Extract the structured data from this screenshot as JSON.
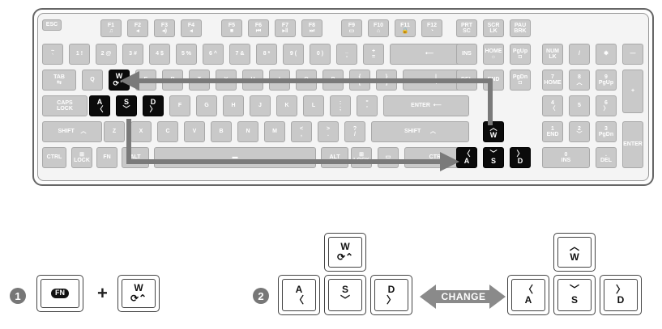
{
  "keyboard": {
    "keys": [
      {
        "id": "esc",
        "label": "ESC"
      },
      {
        "id": "f1",
        "label": "F1\n♫"
      },
      {
        "id": "f2",
        "label": "F2\n◂"
      },
      {
        "id": "f3",
        "label": "F3\n◂)"
      },
      {
        "id": "f4",
        "label": "F4\n◂"
      },
      {
        "id": "f5",
        "label": "F5\n■"
      },
      {
        "id": "f6",
        "label": "F6\n⏮"
      },
      {
        "id": "f7",
        "label": "F7\n▸‖"
      },
      {
        "id": "f8",
        "label": "F8\n⏭"
      },
      {
        "id": "f9",
        "label": "F9\n▭"
      },
      {
        "id": "f10",
        "label": "F10\n⌂"
      },
      {
        "id": "f11",
        "label": "F11\n🔒"
      },
      {
        "id": "f12",
        "label": "F12\n◔"
      },
      {
        "id": "prtsc",
        "label": "PRT\nSC"
      },
      {
        "id": "scrlk",
        "label": "SCR\nLK"
      },
      {
        "id": "pause",
        "label": "PAU\nBRK"
      },
      {
        "id": "grave",
        "label": "~\n`"
      },
      {
        "id": "k1",
        "label": "1 !"
      },
      {
        "id": "k2",
        "label": "2 @"
      },
      {
        "id": "k3",
        "label": "3 #"
      },
      {
        "id": "k4",
        "label": "4 $"
      },
      {
        "id": "k5",
        "label": "5 %"
      },
      {
        "id": "k6",
        "label": "6 ^"
      },
      {
        "id": "k7",
        "label": "7 &"
      },
      {
        "id": "k8",
        "label": "8 *"
      },
      {
        "id": "k9",
        "label": "9 ("
      },
      {
        "id": "k0",
        "label": "0 )"
      },
      {
        "id": "minus",
        "label": "_\n-"
      },
      {
        "id": "equal",
        "label": "+\n="
      },
      {
        "id": "back",
        "label": "⟵"
      },
      {
        "id": "ins",
        "label": "INS"
      },
      {
        "id": "home",
        "label": "HOME\n☼"
      },
      {
        "id": "pgup",
        "label": "PgUp\n◘"
      },
      {
        "id": "numlk",
        "label": "NUM\nLK"
      },
      {
        "id": "ndiv",
        "label": "/"
      },
      {
        "id": "nmul",
        "label": "✱"
      },
      {
        "id": "nsub",
        "label": "—"
      },
      {
        "id": "tab",
        "label": "TAB\n⇆"
      },
      {
        "id": "q",
        "label": "Q"
      },
      {
        "id": "w",
        "label": "W\n⟳⌃"
      },
      {
        "id": "e",
        "label": "E"
      },
      {
        "id": "r",
        "label": "R"
      },
      {
        "id": "t",
        "label": "T"
      },
      {
        "id": "y",
        "label": "Y"
      },
      {
        "id": "u",
        "label": "U"
      },
      {
        "id": "i",
        "label": "I"
      },
      {
        "id": "o",
        "label": "O"
      },
      {
        "id": "p",
        "label": "P"
      },
      {
        "id": "lbr",
        "label": "{\n["
      },
      {
        "id": "rbr",
        "label": "}\n]"
      },
      {
        "id": "bsl",
        "label": "|\n\\"
      },
      {
        "id": "del",
        "label": "DEL"
      },
      {
        "id": "end",
        "label": "END"
      },
      {
        "id": "pgdn",
        "label": "PgDn\n◘"
      },
      {
        "id": "n7",
        "label": "7\nHOME"
      },
      {
        "id": "n8",
        "label": "8\n︿"
      },
      {
        "id": "n9",
        "label": "9\nPgUp"
      },
      {
        "id": "nadd",
        "label": "+"
      },
      {
        "id": "caps",
        "label": "CAPS\nLOCK"
      },
      {
        "id": "a",
        "label": "A\n〈"
      },
      {
        "id": "s",
        "label": "S\n﹀"
      },
      {
        "id": "d",
        "label": "D\n〉"
      },
      {
        "id": "f",
        "label": "F"
      },
      {
        "id": "g",
        "label": "G"
      },
      {
        "id": "h",
        "label": "H"
      },
      {
        "id": "j",
        "label": "J"
      },
      {
        "id": "k",
        "label": "K"
      },
      {
        "id": "l",
        "label": "L"
      },
      {
        "id": "semi",
        "label": ":\n;"
      },
      {
        "id": "quote",
        "label": "\"\n'"
      },
      {
        "id": "enter",
        "label": "ENTER  ⟵"
      },
      {
        "id": "n4",
        "label": "4\n〈"
      },
      {
        "id": "n5",
        "label": "5"
      },
      {
        "id": "n6",
        "label": "6\n〉"
      },
      {
        "id": "lshift",
        "label": "SHIFT    ︿"
      },
      {
        "id": "z",
        "label": "Z"
      },
      {
        "id": "x",
        "label": "X"
      },
      {
        "id": "c",
        "label": "C"
      },
      {
        "id": "v",
        "label": "V"
      },
      {
        "id": "b",
        "label": "B"
      },
      {
        "id": "n",
        "label": "N"
      },
      {
        "id": "m",
        "label": "M"
      },
      {
        "id": "comma",
        "label": "<\n,"
      },
      {
        "id": "period",
        "label": ">\n."
      },
      {
        "id": "slash",
        "label": "?\n/"
      },
      {
        "id": "rshift",
        "label": "SHIFT      ︿"
      },
      {
        "id": "up",
        "label": "︿\nW"
      },
      {
        "id": "n1",
        "label": "1\nEND"
      },
      {
        "id": "n2",
        "label": "2\n﹀"
      },
      {
        "id": "n3",
        "label": "3\nPgDn"
      },
      {
        "id": "nenter",
        "label": "ENTER"
      },
      {
        "id": "lctrl",
        "label": "CTRL"
      },
      {
        "id": "lwin",
        "label": "⊞\nLOCK"
      },
      {
        "id": "fn",
        "label": "FN"
      },
      {
        "id": "lalt",
        "label": "ALT"
      },
      {
        "id": "space",
        "label": "▬"
      },
      {
        "id": "ralt",
        "label": "ALT"
      },
      {
        "id": "rwin",
        "label": "⊞\nLOCK"
      },
      {
        "id": "menu",
        "label": "▭"
      },
      {
        "id": "rctrl",
        "label": "CTRL"
      },
      {
        "id": "left",
        "label": "〈\nA"
      },
      {
        "id": "down",
        "label": "﹀\nS"
      },
      {
        "id": "right",
        "label": "〉\nD"
      },
      {
        "id": "n0",
        "label": "0\nINS"
      },
      {
        "id": "ndot",
        "label": ".\nDEL"
      }
    ]
  },
  "steps": {
    "step1": {
      "number": "1",
      "fn_label": "FN",
      "plus": "+",
      "w_label": "W\n⟳⌃"
    },
    "step2": {
      "number": "2",
      "w_label": "W\n⟳⌃",
      "a_label": "A\n〈",
      "s_label": "S\n﹀",
      "d_label": "D\n〉",
      "change": "CHANGE",
      "up_label": "︿\nW",
      "left_label": "〈\nA",
      "down_label": "﹀\nS",
      "right_label": "〉\nD"
    }
  },
  "colors": {
    "key": "#c9c9c9",
    "highlight": "#0b0b0b",
    "arrow": "#7a7a7a"
  }
}
